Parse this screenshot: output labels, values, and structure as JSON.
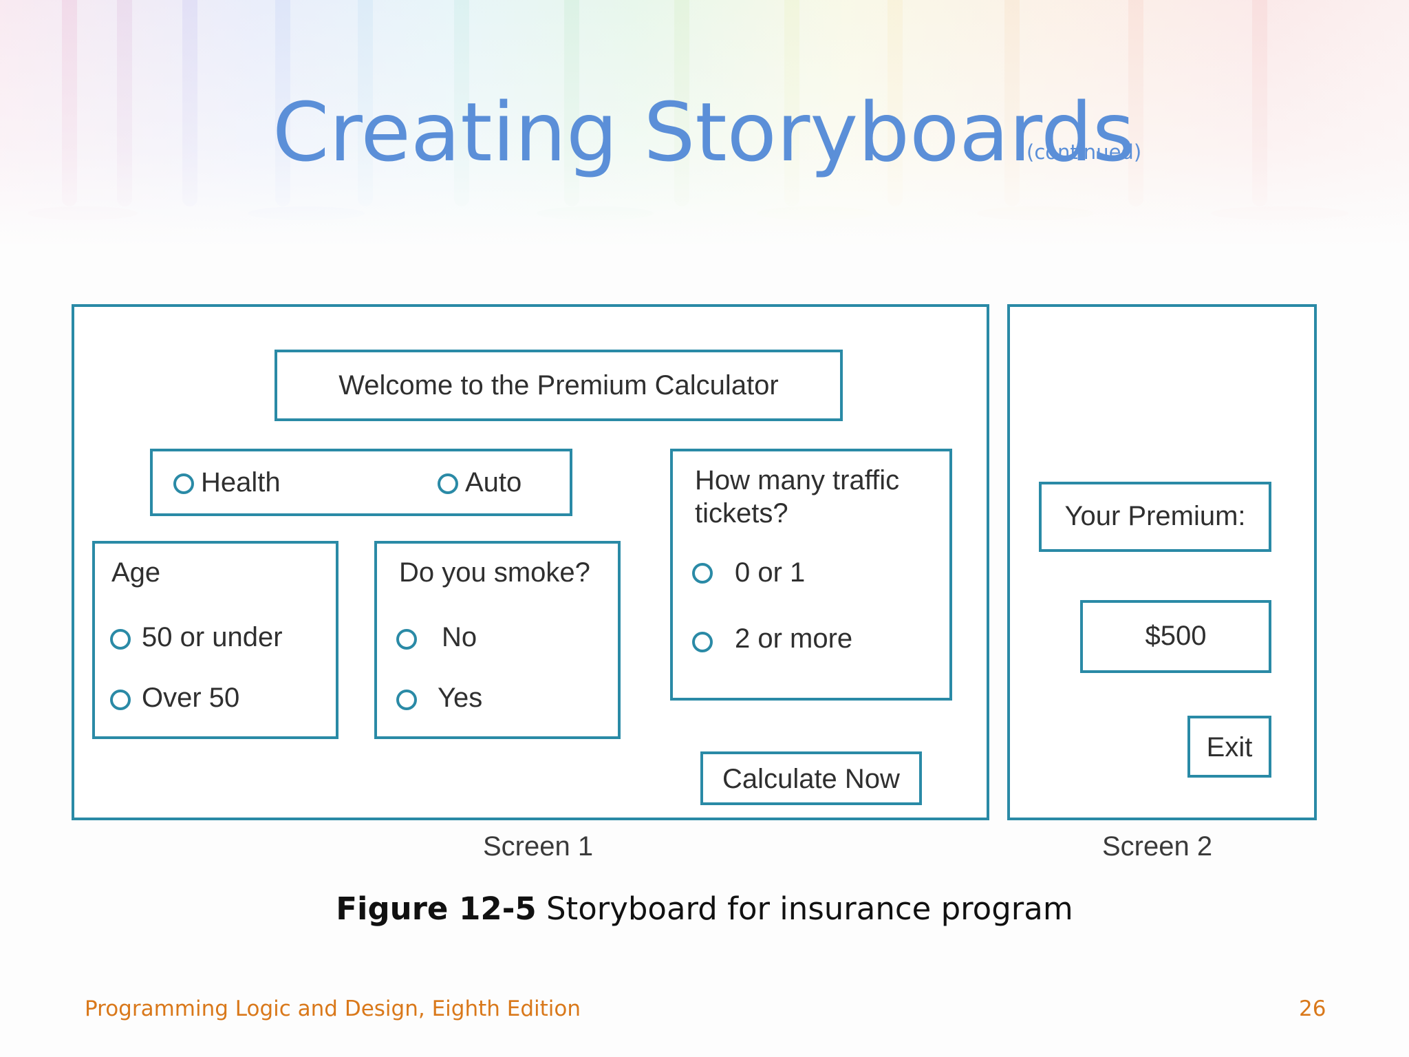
{
  "slide": {
    "title": "Creating Storyboards",
    "title_suffix": "(continued)",
    "caption_bold": "Figure 12-5",
    "caption_rest": " Storyboard for insurance program",
    "footer_left": "Programming Logic and Design, Eighth Edition",
    "page_number": "26"
  },
  "colors": {
    "title": "#5b8fd8",
    "storyboard_border": "#2a8aa6",
    "footer": "#d9781a"
  },
  "screen1": {
    "label": "Screen 1",
    "welcome": "Welcome to the Premium Calculator",
    "insurance_type": {
      "options": [
        "Health",
        "Auto"
      ]
    },
    "age": {
      "heading": "Age",
      "options": [
        "50 or under",
        "Over 50"
      ]
    },
    "smoke": {
      "heading": "Do you smoke?",
      "options": [
        "No",
        "Yes"
      ]
    },
    "tickets": {
      "heading_line1": "How many traffic",
      "heading_line2": "tickets?",
      "options": [
        "0 or 1",
        "2 or more"
      ]
    },
    "calculate_button": "Calculate Now"
  },
  "screen2": {
    "label": "Screen 2",
    "premium_label": "Your Premium:",
    "premium_value": "$500",
    "exit_button": "Exit"
  }
}
